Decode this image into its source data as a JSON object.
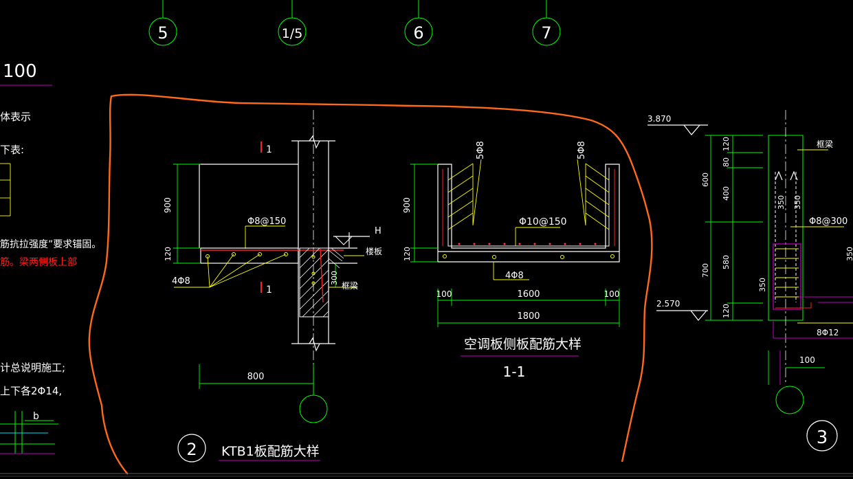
{
  "grid_axes": [
    "5",
    "1/5",
    "6",
    "7"
  ],
  "left_panel": {
    "scale_text": "100",
    "line1": "体表示",
    "line2": "下表:",
    "line3": "筋抗拉强度”要求锚固。",
    "line4_red": "筋。梁两侧板上部",
    "line5": "计总说明施工;",
    "line6": "上下各2Φ14,",
    "b_label": "b"
  },
  "ktb1": {
    "section_mark": "1",
    "dim_900": "900",
    "dim_120": "120",
    "rebar_top": "Φ8@150",
    "rebar_bottom": "4Φ8",
    "dim_300": "300",
    "label_H": "H",
    "label_slab": "楼板",
    "label_beam": "框梁",
    "dim_800": "800",
    "title_num": "2",
    "title": "KTB1板配筋大样"
  },
  "side_plate": {
    "rebar_left": "5Φ8",
    "rebar_right": "5Φ8",
    "dim_900": "900",
    "dim_120": "120",
    "rebar_mid": "Φ10@150",
    "rebar_bottom": "4Φ8",
    "dim_100a": "100",
    "dim_1600": "1600",
    "dim_100b": "100",
    "dim_1800": "1800",
    "title": "空调板侧板配筋大样",
    "subtitle": "1-1"
  },
  "right_section": {
    "elev_top": "3.870",
    "elev_bottom": "2.570",
    "dim_600": "600",
    "dim_120a": "120",
    "dim_80": "80",
    "dim_400": "400",
    "dim_700": "700",
    "dim_580": "580",
    "dim_120b": "120",
    "dim_350a": "350",
    "dim_350b": "350",
    "dim_350c": "350",
    "dim_350d": "350",
    "label_beam": "框梁",
    "rebar_1": "Φ8@300",
    "rebar_2": "8Φ12",
    "dim_100": "100",
    "title_num": "3"
  }
}
